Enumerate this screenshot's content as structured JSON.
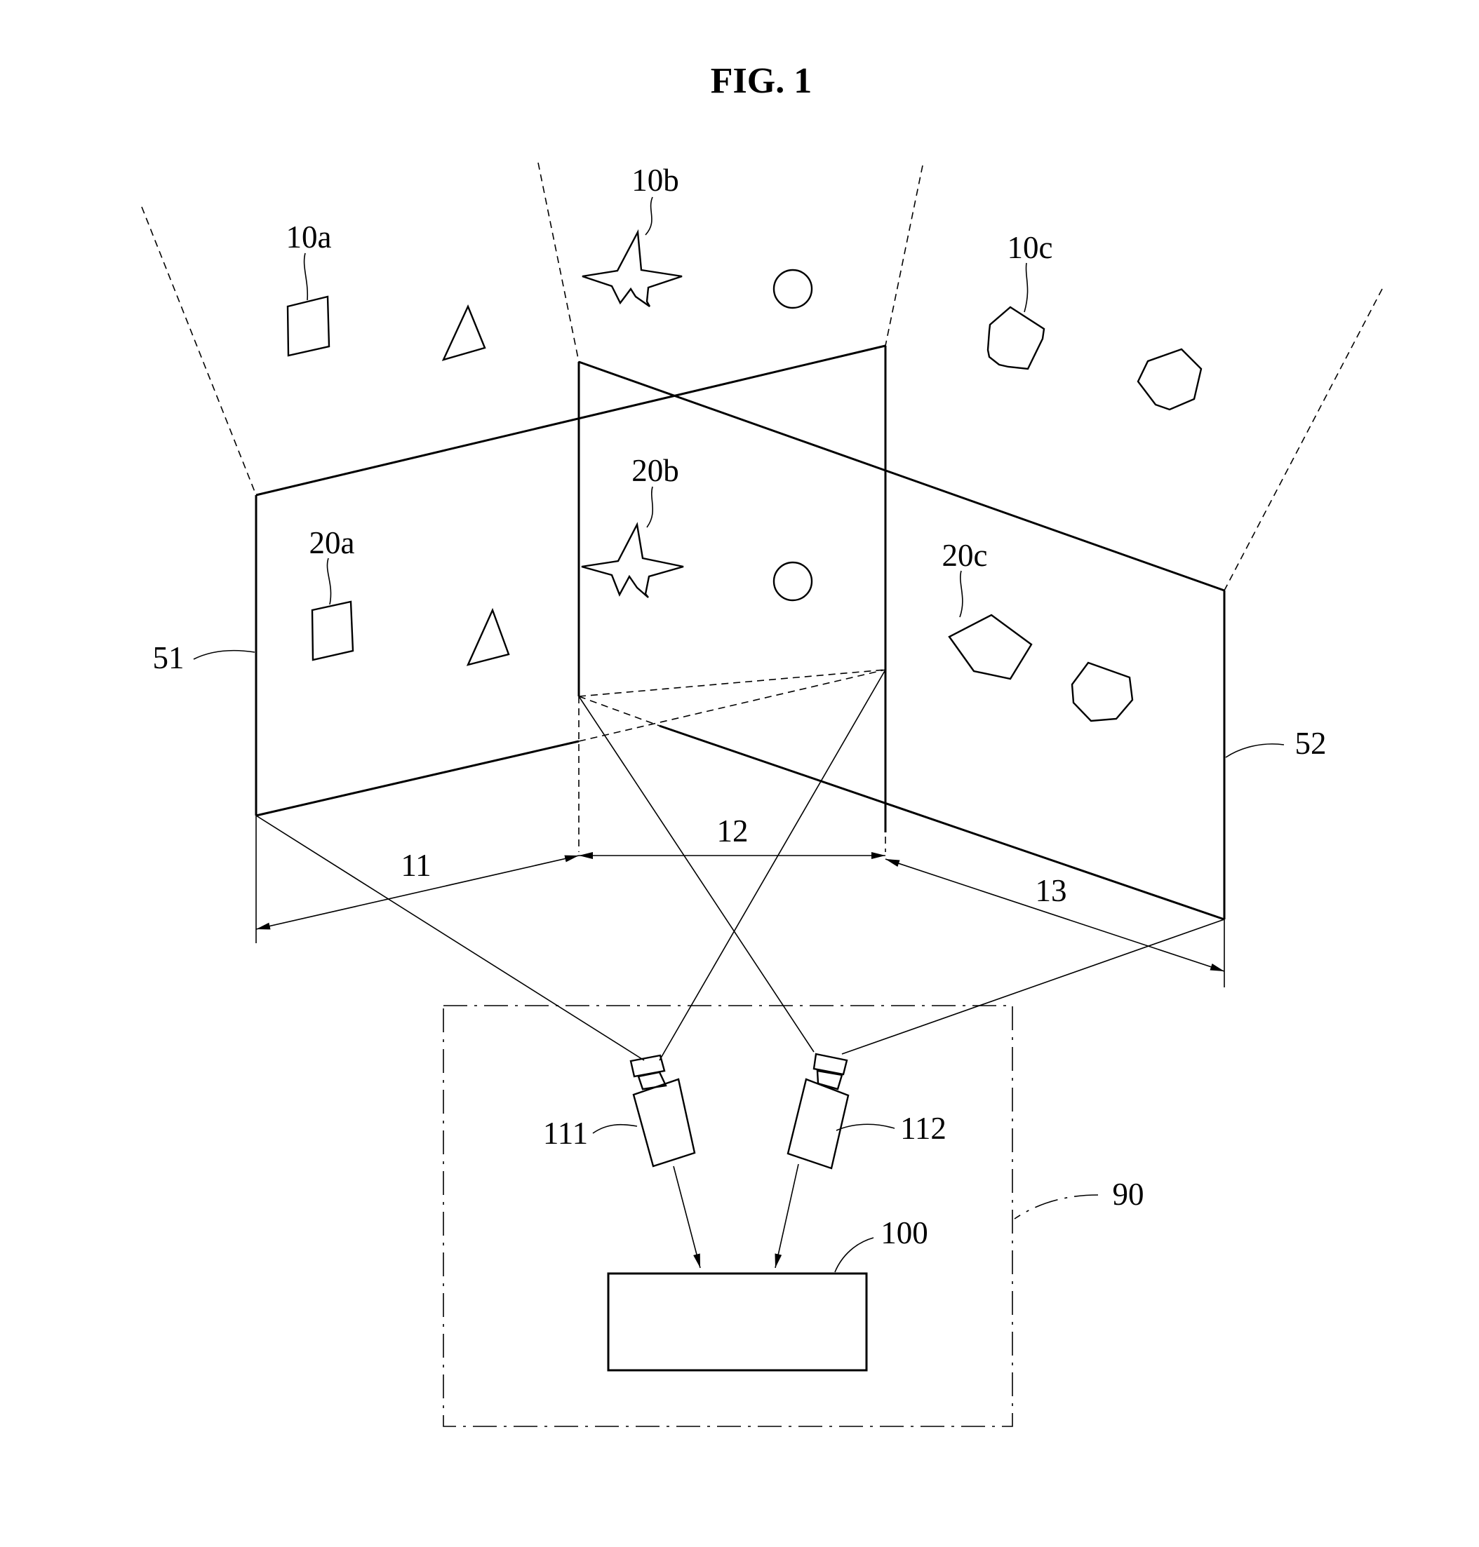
{
  "figure": {
    "title": "FIG. 1"
  },
  "labels": {
    "object_a": "10a",
    "object_b": "10b",
    "object_c": "10c",
    "image_a": "20a",
    "image_b": "20b",
    "image_c": "20c",
    "screen_left": "51",
    "screen_right": "52",
    "range_left": "11",
    "range_center": "12",
    "range_right": "13",
    "camera_left": "111",
    "camera_right": "112",
    "device": "90",
    "processor": "100"
  }
}
